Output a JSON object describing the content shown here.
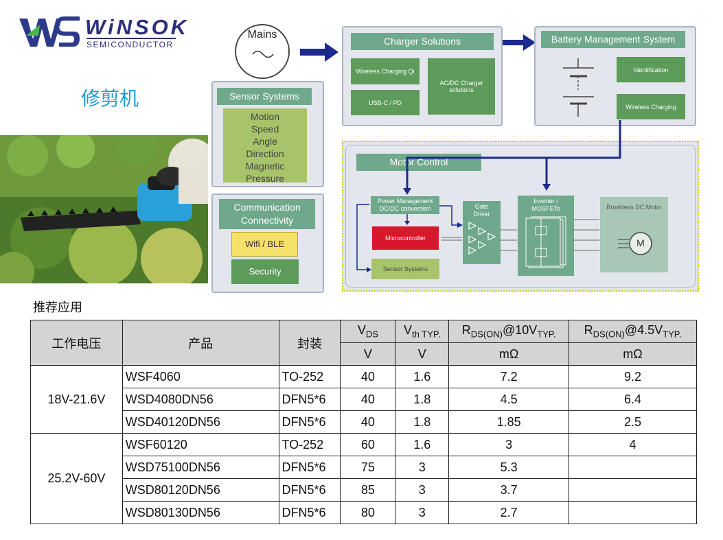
{
  "logo": {
    "name": "WiNSOK",
    "sub": "SEMICONDUCTOR"
  },
  "product_title": "修剪机",
  "diagram": {
    "mains": "Mains",
    "sensor": {
      "title": "Sensor Systems",
      "items": [
        "Motion",
        "Speed",
        "Angle",
        "Direction",
        "Magnetic",
        "Pressure"
      ]
    },
    "comm": {
      "title": "Communication Connectivity",
      "wifi": "Wifi / BLE",
      "security": "Security"
    },
    "charger": {
      "title": "Charger Solutions",
      "wireless": "Wireless Charging Qi",
      "usbc": "USB-C / PD",
      "acdc": "AC/DC Charger solutions"
    },
    "bms": {
      "title": "Battery Management System",
      "identification": "Identification",
      "wireless": "Wireless Charging"
    },
    "motor": {
      "title": "Motor Control",
      "power": "Power Management DC/DC conversion",
      "micro": "Microcontroller",
      "sensors": "Sensor Systems",
      "gate": "Gate Driver",
      "inverter": "Inverter / MOSFETs",
      "bldc": "Brushless DC Motor",
      "m": "M"
    }
  },
  "table": {
    "section_title": "推荐应用",
    "headers": {
      "voltage": "工作电压",
      "product": "产品",
      "package": "封装",
      "vds_main": "V",
      "vds_sub": "DS",
      "vth_main": "V",
      "vth_sub": "th TYP.",
      "r10_pre": "R",
      "r10_sub": "DS(ON)",
      "r10_mid": "@10V",
      "r10_suf": "TYP.",
      "r45_pre": "R",
      "r45_sub": "DS(ON)",
      "r45_mid": "@4.5V",
      "r45_suf": "TYP."
    },
    "units": {
      "vds": "V",
      "vth": "V",
      "r10": "mΩ",
      "r45": "mΩ"
    },
    "groups": [
      {
        "voltage": "18V-21.6V",
        "rows": [
          {
            "product": "WSF4060",
            "package": "TO-252",
            "vds": "40",
            "vth": "1.6",
            "r10": "7.2",
            "r45": "9.2"
          },
          {
            "product": "WSD4080DN56",
            "package": "DFN5*6",
            "vds": "40",
            "vth": "1.8",
            "r10": "4.5",
            "r45": "6.4"
          },
          {
            "product": "WSD40120DN56",
            "package": "DFN5*6",
            "vds": "40",
            "vth": "1.8",
            "r10": "1.85",
            "r45": "2.5"
          }
        ]
      },
      {
        "voltage": "25.2V-60V",
        "rows": [
          {
            "product": "WSF60120",
            "package": "TO-252",
            "vds": "60",
            "vth": "1.6",
            "r10": "3",
            "r45": "4"
          },
          {
            "product": "WSD75100DN56",
            "package": "DFN5*6",
            "vds": "75",
            "vth": "3",
            "r10": "5.3",
            "r45": ""
          },
          {
            "product": "WSD80120DN56",
            "package": "DFN5*6",
            "vds": "85",
            "vth": "3",
            "r10": "3.7",
            "r45": ""
          },
          {
            "product": "WSD80130DN56",
            "package": "DFN5*6",
            "vds": "80",
            "vth": "3",
            "r10": "2.7",
            "r45": ""
          }
        ]
      }
    ]
  }
}
